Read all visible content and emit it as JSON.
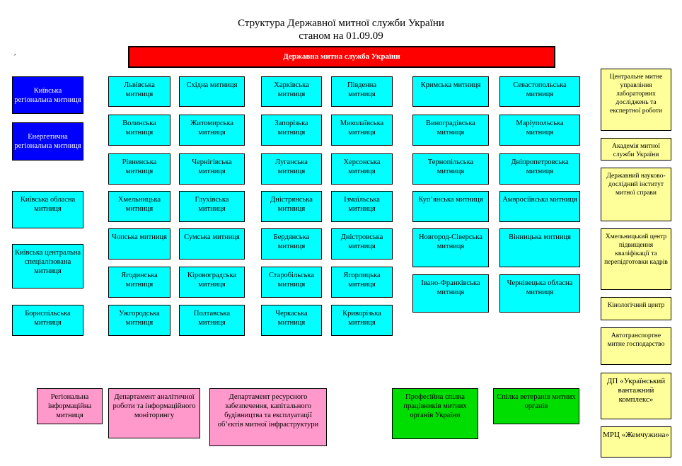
{
  "header": {
    "title": "Структура Державної митної служби України",
    "subtitle": "станом на 01.09.09"
  },
  "root": "Державна митна служба України",
  "regional": [
    "Київська регіональна митниця",
    "Енергетична регіональна митниця"
  ],
  "left_column": [
    "Київська обласна митниця",
    "Київська центральна спеціалізована митниця",
    "Бориспільська митниця"
  ],
  "customs_col1": [
    "Львівська митниця",
    "Волинська митниця",
    "Рівненська митниця",
    "Хмельницька митниця",
    "Чопська митниця",
    "Ягодинська митниця",
    "Ужгородська митниця"
  ],
  "customs_col2": [
    "Східна митниця",
    "Житомирська митниця",
    "Чернігівська митниця",
    "Глухівська митниця",
    "Сумська митниця",
    "Кіровоградська митниця",
    "Полтавська митниця"
  ],
  "customs_col3": [
    "Харківська митниця",
    "Запорізька митниця",
    "Луганська митниця",
    "Дністрянська митниця",
    "Бердянська митниця",
    "Старобільська митниця",
    "Черкаська митниця"
  ],
  "customs_col4": [
    "Південна митниця",
    "Миколаївська митниця",
    "Херсонська митниця",
    "Ізмаїльська митниця",
    "Дністровська митниця",
    "Ягорлицька митниця",
    "Криворізька митниця"
  ],
  "customs_col5": [
    "Кримська митниця",
    "Виноградівська митниця",
    "Тернопільська митниця",
    "Куп’янська митниця",
    "Новгород-Сіверська митниця",
    "Івано-Франківська митниця"
  ],
  "customs_col6": [
    "Севастопольська митниця",
    "Маріупольська митниця",
    "Дніпропетровська митниця",
    "Амвросіївська митниця",
    "Вінницька митниця",
    "Чернівецька обласна митниця"
  ],
  "institutions": [
    "Центральне митне управління лабораторних досліджень та експертної роботи",
    "Академія митної служби України",
    "Державний науково-дослідний інститут митної справи",
    "Хмельницький центр підвищення кваліфікації та перепідготовки кадрів",
    "Кінологічний центр",
    "Автотранспортне митне господарство",
    "ДП «Український вантажний комплекс»",
    "МРЦ «Жемчужина»"
  ],
  "departments": [
    "Регіональна інформаційна митниця",
    "Департамент аналітичної роботи та інформаційного моніторингу",
    "Департамент ресурсного забезпечення, капітального будівництва та експлуатації об’єктів митної інфраструктури"
  ],
  "unions": [
    "Професійна спілка працівників митних органів України",
    "Спілка ветеранів митних органів"
  ],
  "colors": {
    "root": "#ff0000",
    "regional": "#0000ff",
    "customs": "#00ffff",
    "institutions": "#ffff99",
    "departments": "#ff99cc",
    "unions": "#00dd00"
  }
}
